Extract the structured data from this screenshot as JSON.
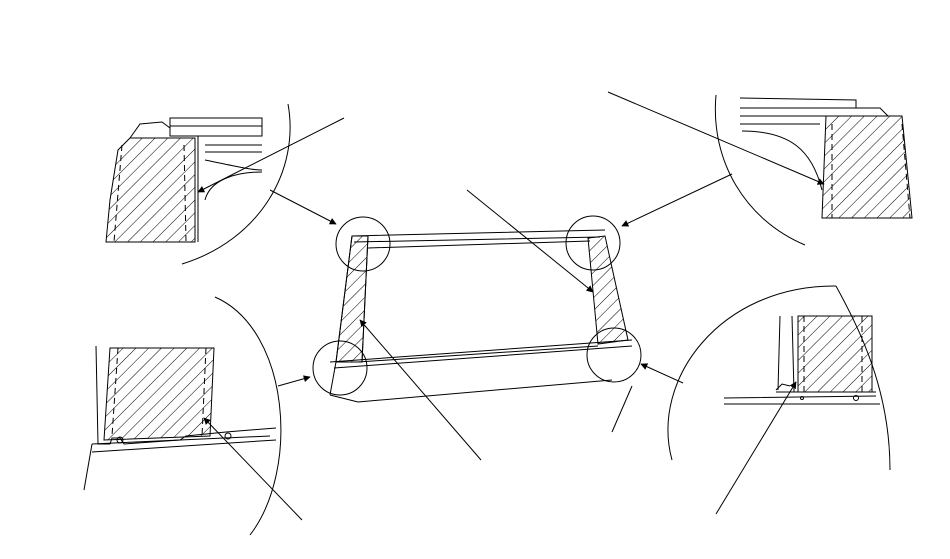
{
  "figure": {
    "background": "#ffffff",
    "line_color": "#000000",
    "views": [
      "detail-top-left",
      "detail-top-right",
      "detail-bottom-left",
      "detail-bottom-right",
      "main-frame-assembly"
    ]
  }
}
